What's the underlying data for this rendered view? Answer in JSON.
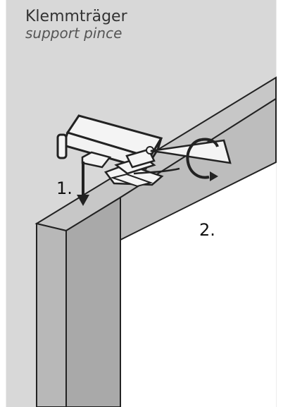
{
  "heading": {
    "title": "Klemmträger",
    "subtitle": "support pince"
  },
  "steps": {
    "step1": "1.",
    "step2": "2."
  },
  "colors": {
    "wall": "#d8d8d8",
    "frame_front": "#bdbdbd",
    "frame_side": "#a9a9a9",
    "frame_top": "#c7c7c7",
    "opening": "#ffffff",
    "outline": "#222222",
    "bracket": "#f4f4f4"
  },
  "icons": {
    "press_down": "down-arrow-icon",
    "rotate": "rotation-arrow-icon",
    "tool": "allen-key-icon"
  }
}
